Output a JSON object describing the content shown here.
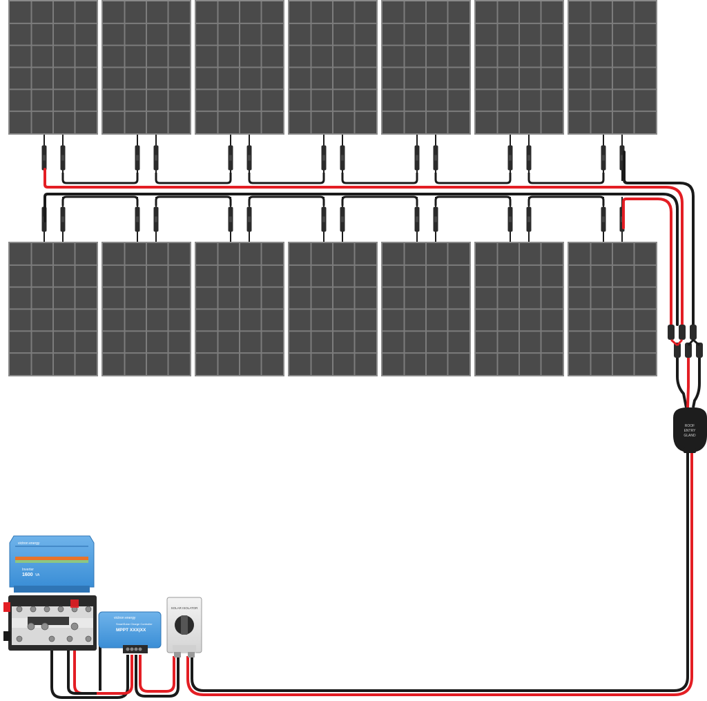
{
  "colors": {
    "panel_frame": "#8a8a8a",
    "panel_cell": "#4a4a4a",
    "panel_grid": "#7c7c7c",
    "positive_wire": "#e31e24",
    "negative_wire": "#1a1a1a",
    "victron_blue": "#3a8ed6",
    "victron_blue_light": "#6fb3ea",
    "accent_orange": "#e8732a"
  },
  "panels": {
    "top_row_count": 7,
    "bottom_row_count": 7,
    "cells_cols": 4,
    "cells_rows": 6
  },
  "junction": {
    "gland_label_1": "ROOF",
    "gland_label_2": "ENTRY",
    "gland_label_3": "GLAND"
  },
  "inverter": {
    "brand": "victron energy",
    "model_line": "Inverter",
    "rating": "1600",
    "rating_suffix": "VA"
  },
  "mppt": {
    "brand": "victron energy",
    "subtitle": "SmartSolar Charge Controller",
    "model": "MPPT XXX|XX"
  },
  "isolator": {
    "label": "SOLAR ISOLATOR"
  }
}
